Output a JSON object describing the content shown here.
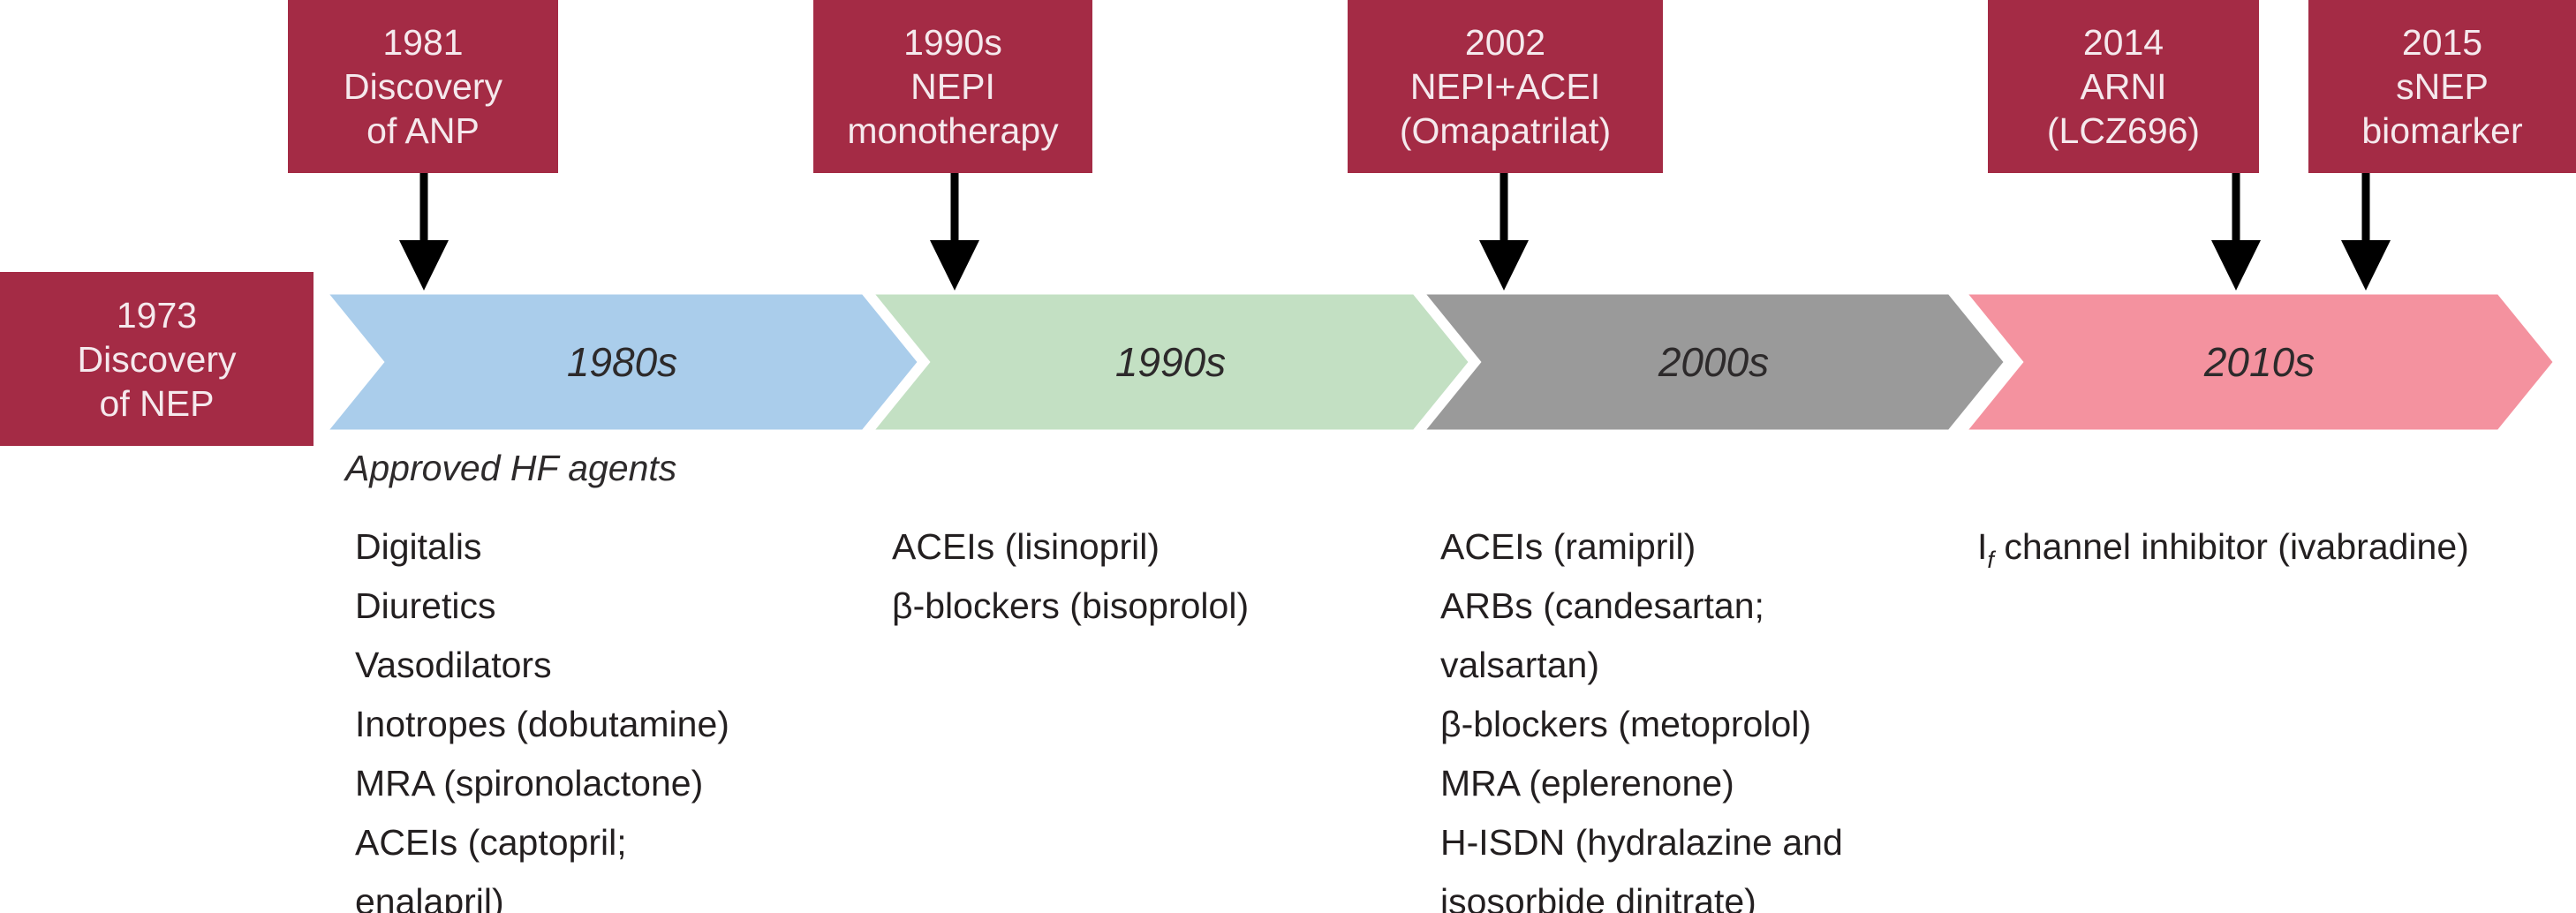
{
  "figure": {
    "type": "timeline",
    "description_heading": "Approved HF agents"
  },
  "colors": {
    "event_box": "#a42b45",
    "event_box_text": "#f5e9ed",
    "decade_1980s": "#aacdeb",
    "decade_1990s": "#c3e0c3",
    "decade_2000s": "#9a9a9a",
    "decade_2010s": "#f4929f",
    "arrow": "#000000",
    "text": "#231f20"
  },
  "events": [
    {
      "label": "1973\nDiscovery\nof NEP"
    },
    {
      "label": "1981\nDiscovery\nof ANP"
    },
    {
      "label": "1990s\nNEPI\nmonotherapy"
    },
    {
      "label": "2002\nNEPI+ACEI\n(Omapatrilat)"
    },
    {
      "label": "2014\nARNI\n(LCZ696)"
    },
    {
      "label": "2015\nsNEP\nbiomarker"
    }
  ],
  "decades": [
    {
      "label": "1980s"
    },
    {
      "label": "1990s"
    },
    {
      "label": "2000s"
    },
    {
      "label": "2010s"
    }
  ],
  "agents_heading": "Approved HF agents",
  "agents": {
    "s1980": [
      "Digitalis",
      "Diuretics",
      "Vasodilators",
      "Inotropes (dobutamine)",
      "MRA (spironolactone)",
      "ACEIs (captopril;\nenalapril)"
    ],
    "s1990": [
      "ACEIs (lisinopril)",
      "β-blockers (bisoprolol)"
    ],
    "s2000": [
      "ACEIs (ramipril)",
      "ARBs (candesartan;\nvalsartan)",
      "β-blockers (metoprolol)",
      "MRA (eplerenone)",
      "H-ISDN (hydralazine and\nisosorbide dinitrate)"
    ],
    "s2010": {
      "main": "I",
      "sub": "f",
      "rest": " channel inhibitor (ivabradine)"
    }
  }
}
